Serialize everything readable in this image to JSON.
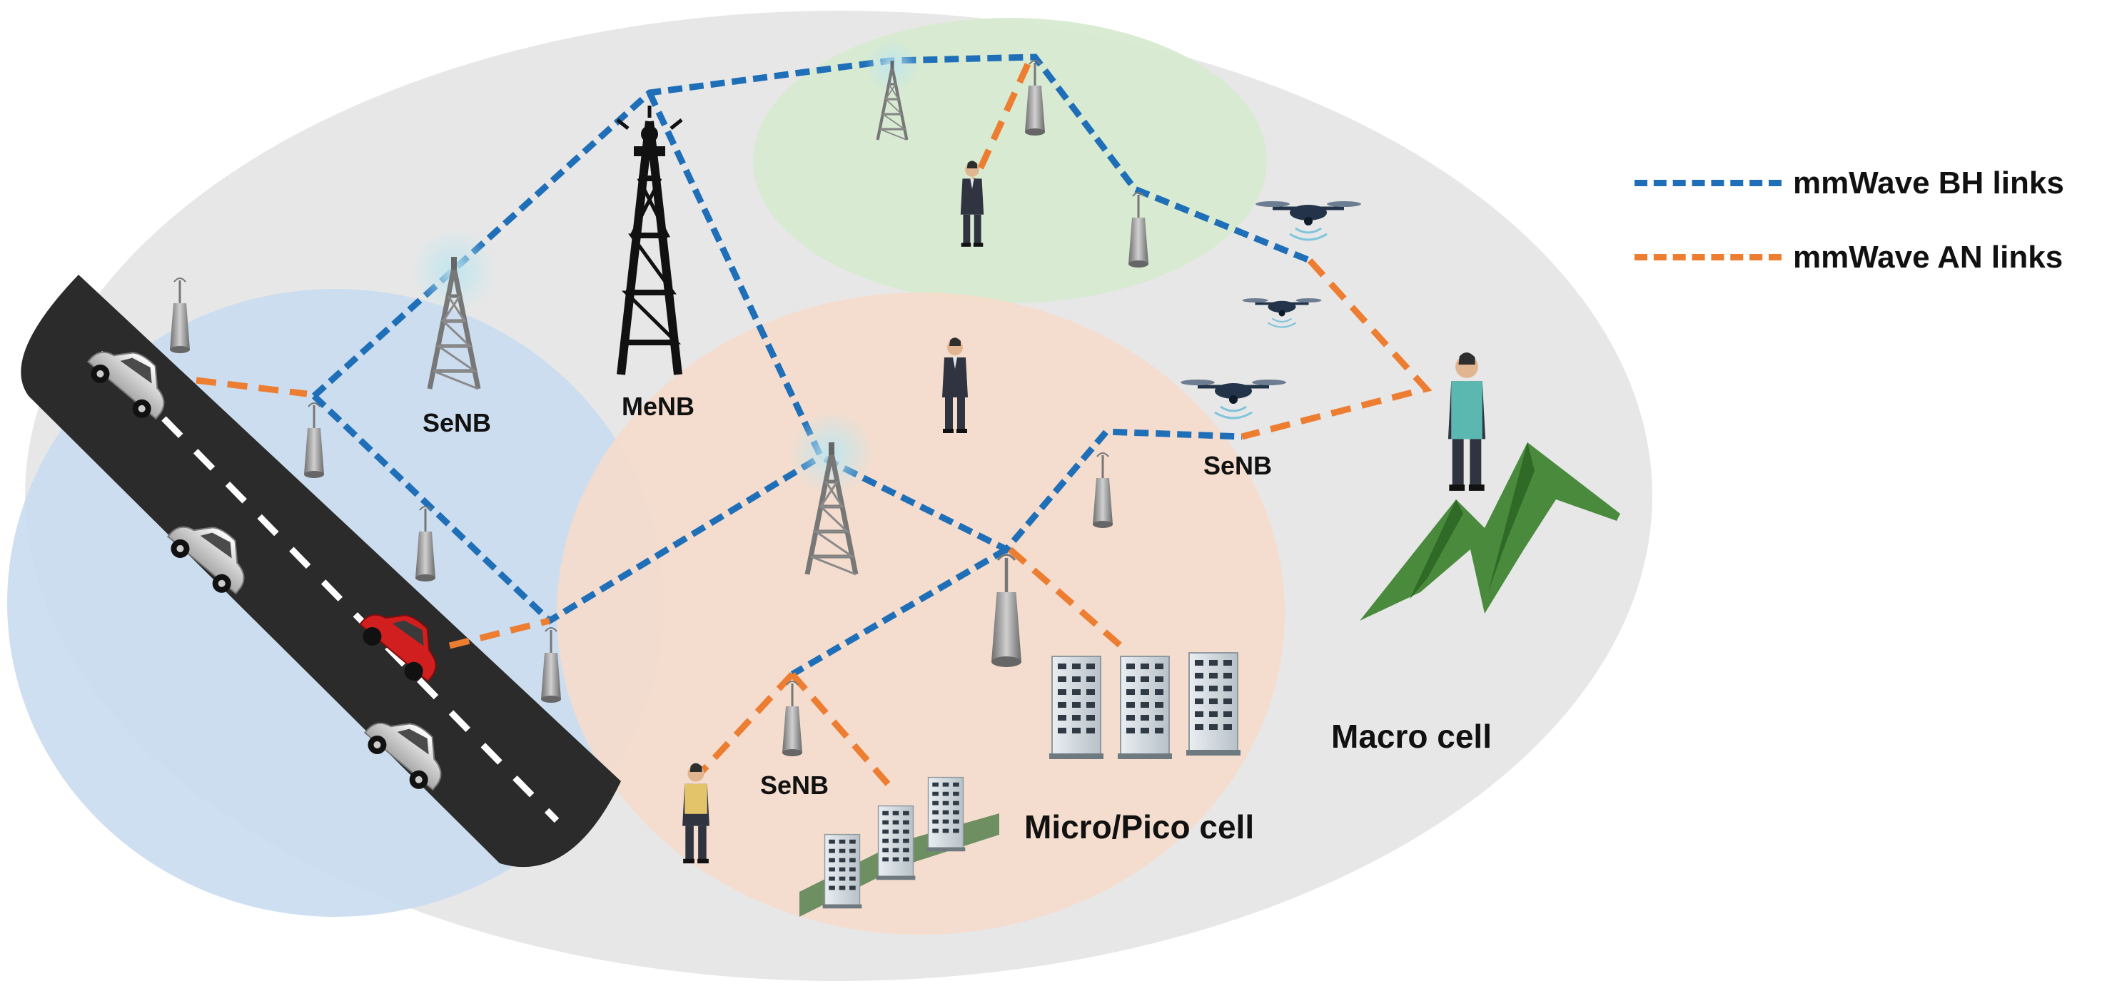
{
  "colors": {
    "bh_link": "#1f6fb8",
    "an_link": "#ed7d31",
    "macro_cell": "#e7e7e7",
    "blue_cell": "#c9dcef",
    "green_cell": "#d7ead0",
    "orange_cell": "#f6dccb",
    "road": "#2b2b2b",
    "mountain": "#4a8a3c"
  },
  "legend": [
    {
      "label": "mmWave BH links",
      "style": "bh"
    },
    {
      "label": "mmWave AN links",
      "style": "an"
    }
  ],
  "labels": {
    "menb": "MeNB",
    "senb_left": "SeNB",
    "senb_drone": "SeNB",
    "senb_bottom": "SeNB",
    "micro_pico": "Micro/Pico cell",
    "macro": "Macro cell"
  },
  "icons": {
    "macro_tower": "lattice-tower-icon",
    "small_tower": "lattice-tower-with-signal-icon",
    "pole_bs": "small-cell-pole-icon",
    "car": "car-icon",
    "drone": "drone-icon",
    "person": "person-icon",
    "buildings": "building-icon",
    "mountain": "mountain-icon"
  }
}
